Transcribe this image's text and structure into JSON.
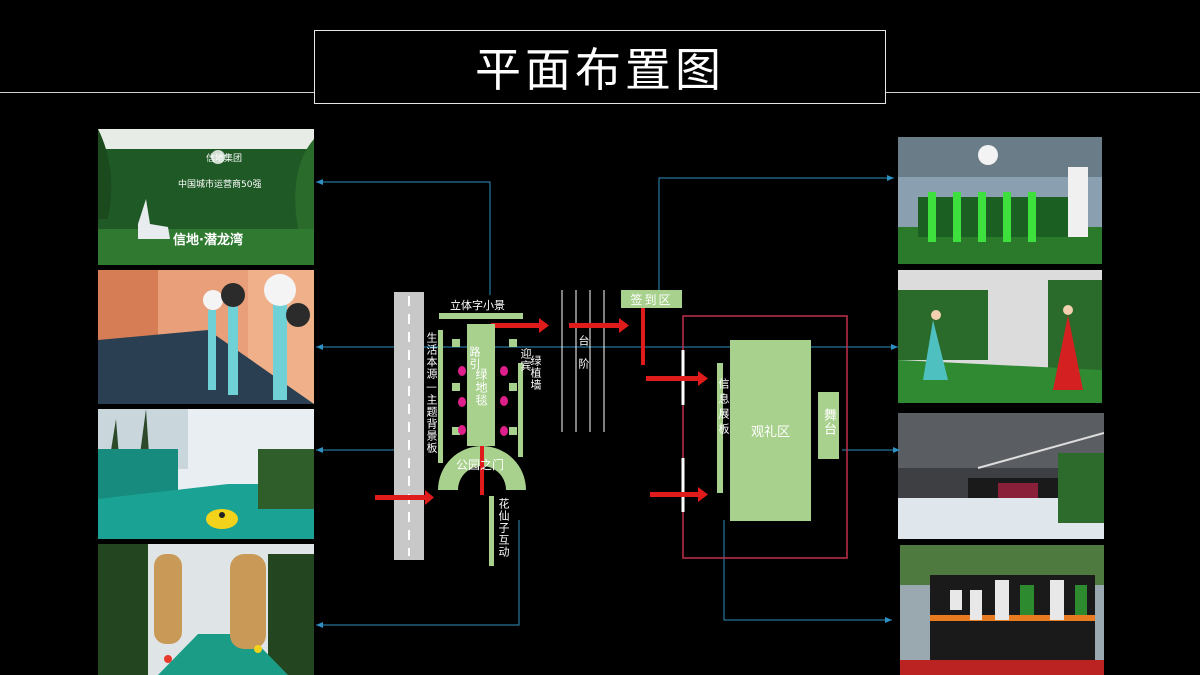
{
  "slide": {
    "title": "平面布置图"
  },
  "photos": {
    "left": [
      {
        "name": "photo-3d-letters",
        "caption_top": "信地集团",
        "caption_mid": "中国城市运营商50强",
        "caption_bottom": "信地·潜龙湾"
      },
      {
        "name": "photo-flower-corridor"
      },
      {
        "name": "photo-green-walkway"
      },
      {
        "name": "photo-garden-gate"
      }
    ],
    "right": [
      {
        "name": "photo-signin-area"
      },
      {
        "name": "photo-flower-fairies"
      },
      {
        "name": "photo-stage"
      },
      {
        "name": "photo-info-boards"
      }
    ]
  },
  "plan": {
    "sculpture_label": "立体字小景",
    "backdrop_label": "生活本源—主题背景板",
    "guide_label": "路引",
    "welcome_label": "迎宾",
    "carpet_label": "绿地毯",
    "green_wall_label": "绿植墙",
    "gate_label": "公园之门",
    "fairy_label": "花仙子互动",
    "steps_label": "台阶",
    "signin_label": "签到区",
    "info_label": "信息展板",
    "viewing_label": "观礼区",
    "stage_label": "舞台"
  },
  "colors": {
    "zone_green": "#a9d18e",
    "flow_red": "#e01b1b",
    "boundary_red": "#c0304a",
    "connector_blue": "#2e8fc0",
    "road_gray": "#c8c8c8"
  }
}
